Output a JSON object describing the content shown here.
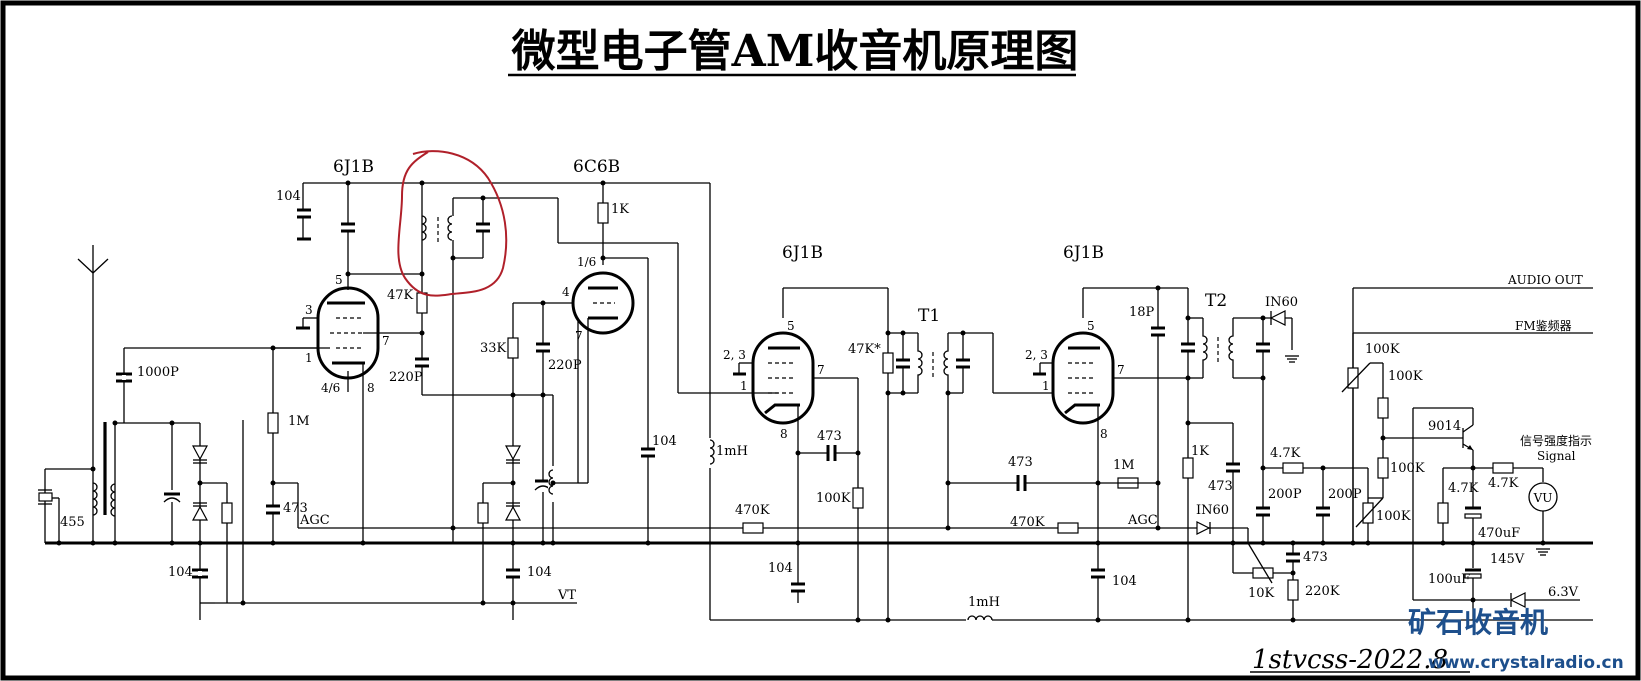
{
  "title": "微型电子管AM收音机原理图",
  "tubes": [
    {
      "id": "V1",
      "type": "6J1B",
      "pins": {
        "plate": "5",
        "g3": "3",
        "g2": "7",
        "g1": "1",
        "cathode": "4/6",
        "k2": "8"
      }
    },
    {
      "id": "V2",
      "type": "6C6B",
      "pins": {
        "plate": "1/6",
        "grid": "4",
        "cathode": "7"
      }
    },
    {
      "id": "V3",
      "type": "6J1B",
      "pins": {
        "plate": "5",
        "g3": "2, 3",
        "g1": "1",
        "g2": "7",
        "cathode": "8"
      }
    },
    {
      "id": "V4",
      "type": "6J1B",
      "pins": {
        "plate": "5",
        "g3": "2, 3",
        "g1": "1",
        "g2": "7",
        "cathode": "8"
      }
    }
  ],
  "transformers": {
    "t1": "T1",
    "t2": "T2"
  },
  "components": {
    "c_104_top": "104",
    "c_1000p": "1000P",
    "xtal_455": "455",
    "r_1m_v1": "1M",
    "c_473_v1": "473",
    "agc_1": "AGC",
    "c_104_bl1": "104",
    "r_47k": "47K",
    "c_220p_v1": "220P",
    "r_1k_v2": "1K",
    "r_33k": "33K",
    "c_220p_v2": "220P",
    "c_104_bl2": "104",
    "vt": "VT",
    "c_104_v2": "104",
    "l_1mh_v": "1mH",
    "r_470k_1": "470K",
    "c_473_v3": "473",
    "r_100k_v3": "100K",
    "c_104_v3": "104",
    "r_47k_star": "47K*",
    "c_473_mid": "473",
    "r_1m_v4": "1M",
    "r_470k_2": "470K",
    "agc_2": "AGC",
    "c_104_v4": "104",
    "l_1mh_bot": "1mH",
    "c_18p": "18P",
    "d_in60_top": "IN60",
    "r_1k_det": "1K",
    "c_473_det": "473",
    "d_in60_agc": "IN60",
    "pot_10k": "10K",
    "c_473_bot": "473",
    "r_220k": "220K",
    "r_4k7_a": "4.7K",
    "c_200p_a": "200P",
    "c_200p_b": "200P",
    "pot_100k_a": "100K",
    "r_100k_b": "100K",
    "r_100k_c": "100K",
    "pot_100k_d": "100K",
    "q_9014": "9014",
    "r_4k7_b": "4.7K",
    "r_4k7_c": "4.7K",
    "c_470uf": "470uF",
    "c_100uf": "100uF",
    "v_145": "145V",
    "v_63": "6.3V",
    "meter": "VU"
  },
  "outputs": {
    "audio_out": "AUDIO OUT",
    "fm_disc": "FM鉴频器",
    "signal_cn": "信号强度指示",
    "signal_en": "Signal"
  },
  "signature": "1stvcss-2022.8",
  "watermark": {
    "cn": "矿石收音机",
    "url": "www.crystalradio.cn",
    "color": "#1d4f8c"
  },
  "annotation": {
    "color": "#b0202a",
    "note": "circled IF coil"
  }
}
